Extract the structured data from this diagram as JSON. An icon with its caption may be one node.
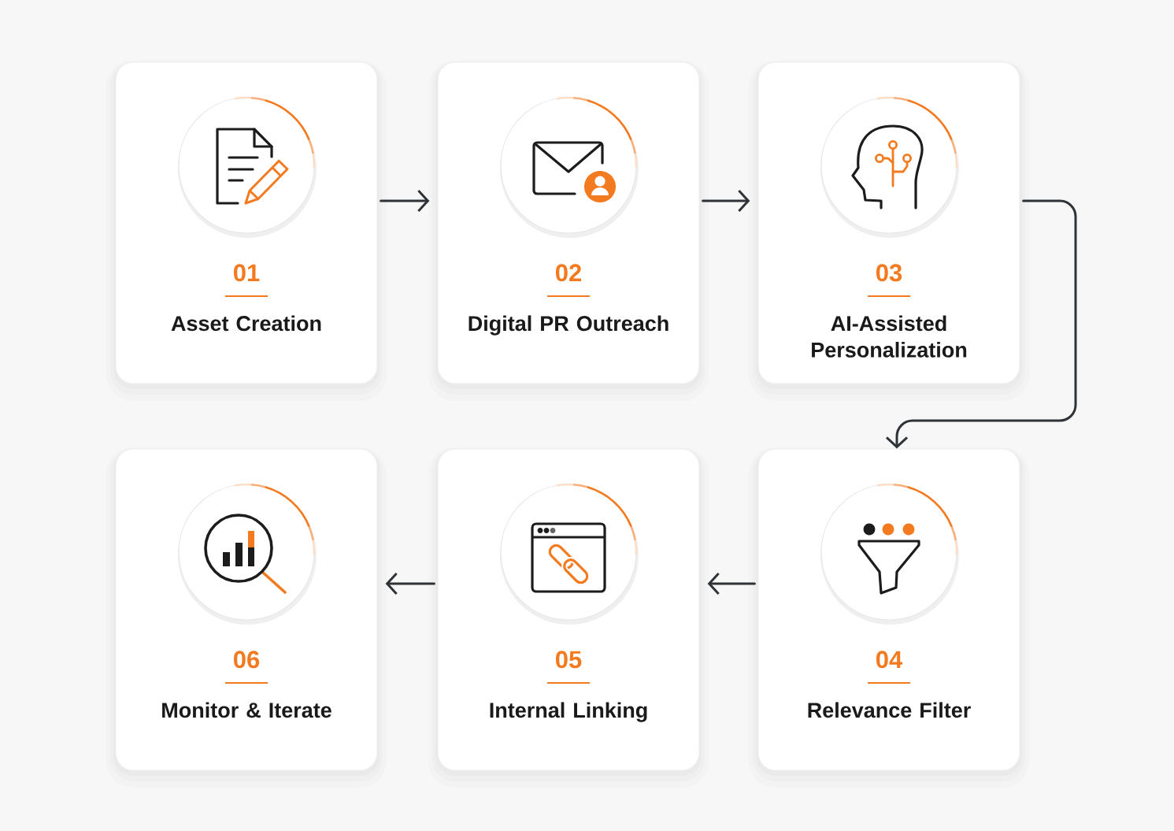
{
  "diagram": {
    "nodes": [
      {
        "text": [
          "01",
          "Asset Creation"
        ]
      },
      {
        "text": [
          "02",
          "Digital PR Outreach"
        ]
      },
      {
        "text": [
          "03",
          "AI-Assisted Personalization"
        ]
      },
      {
        "text": [
          "06",
          "Monitor & Iterate"
        ]
      },
      {
        "text": [
          "05",
          "Internal Linking"
        ]
      },
      {
        "text": [
          "04",
          "Relevance Filter"
        ]
      }
    ],
    "edges": [
      {
        "from": 0,
        "to": 1,
        "arrow": "to"
      },
      {
        "from": 1,
        "to": 2,
        "arrow": "to"
      },
      {
        "from": 2,
        "to": 5,
        "arrow": "to"
      },
      {
        "from": 5,
        "to": 4,
        "arrow": "to"
      },
      {
        "from": 4,
        "to": 3,
        "arrow": "to"
      }
    ]
  }
}
